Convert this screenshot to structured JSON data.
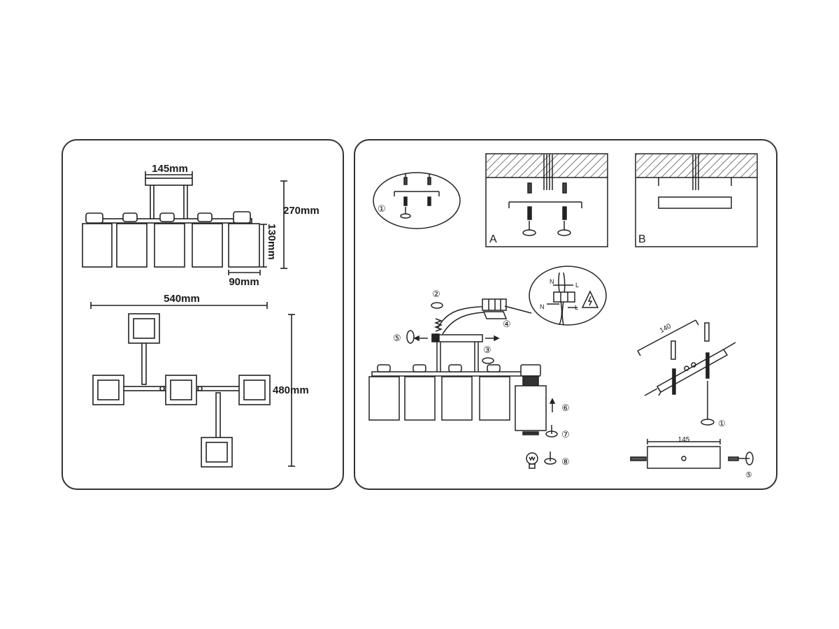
{
  "dimensions": {
    "width_top": "145mm",
    "height_total": "270mm",
    "shade_height": "130mm",
    "shade_width": "90mm",
    "span_width": "540mm",
    "span_depth": "480mm"
  },
  "steps": {
    "s1": "①",
    "s2": "②",
    "s3": "③",
    "s4": "④",
    "s5": "⑤",
    "s6": "⑥",
    "s7": "⑦",
    "s8": "⑧",
    "bracket_s1": "①",
    "bracket_s5": "⑤"
  },
  "labels": {
    "option_a": "A",
    "option_b": "B",
    "neutral_top": "N",
    "live_top": "L",
    "neutral_bottom": "N",
    "live_bottom": "L",
    "bracket_len": "140",
    "plate_len": "145"
  },
  "icons": {
    "warning": "electric-hazard-icon",
    "bulb": "light-bulb-icon"
  }
}
